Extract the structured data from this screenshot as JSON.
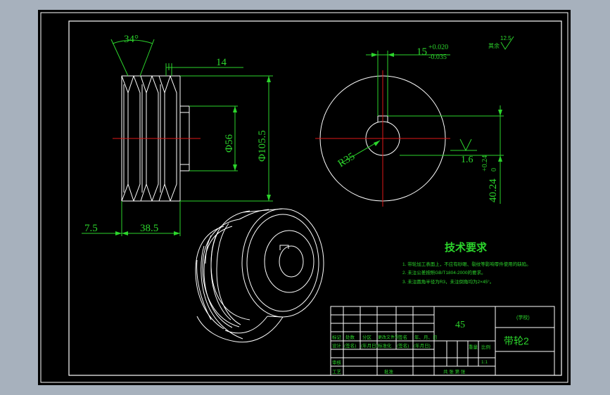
{
  "colors": {
    "background": "#000000",
    "frame": "#a7b1bd",
    "lines": "#ffffff",
    "dims": "#2cd52c",
    "center": "#e01818"
  },
  "dimensions": {
    "groove_angle": "34°",
    "groove_pitch": "14",
    "hub_diameter": "Φ56",
    "outer_diameter": "Φ105.5",
    "hub_length": "7.5",
    "width": "38.5",
    "keyway_width": "15",
    "keyway_tol_upper": "+0.020",
    "keyway_tol_lower": "-0.035",
    "radius": "R35",
    "roughness": "1.6",
    "keyway_depth": "40.24",
    "keyway_depth_tol_upper": "+0.24",
    "keyway_depth_tol_lower": "0",
    "rest_roughness_label": "其余",
    "rest_roughness_value": "12.5"
  },
  "tech_requirements": {
    "title": "技术要求",
    "items": [
      "1. 带轮加工表面上，不应有砂眼、裂纹等影响零件使用的缺陷。",
      "2. 未注公差按照GB/T1804-2000的要求。",
      "3. 未注圆角半径为R3，未注倒角均为2×45°。"
    ]
  },
  "title_block": {
    "material": "45",
    "school": "(学校)",
    "part_name": "带轮2",
    "headers": [
      "标记",
      "处数",
      "分区",
      "更改文件号",
      "签名",
      "年、月、日"
    ],
    "design_row": [
      "设计",
      "(签名)",
      "(年月日)",
      "标准化",
      "(签名)",
      "(年月日)"
    ],
    "review": "审核",
    "process": "工艺",
    "approve": "批准",
    "weight": "重量",
    "scale": "比例",
    "scale_value": "1:1",
    "sheets": "共 张 第 张"
  }
}
